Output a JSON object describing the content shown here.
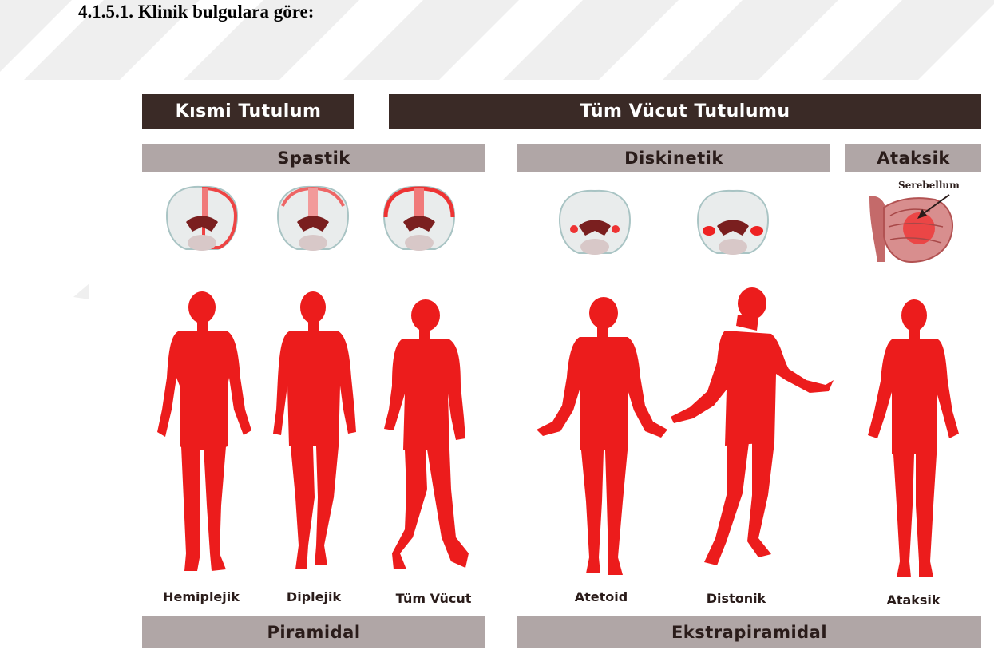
{
  "heading": "4.1.5.1. Klinik bulgulara göre:",
  "top_bars": {
    "partial": "Kısmi Tutulum",
    "whole": "Tüm Vücut Tutulumu"
  },
  "type_bars": {
    "spastic": "Spastik",
    "dyskinetic": "Diskinetik",
    "ataxic": "Ataksik"
  },
  "cerebellum_label": "Serebellum",
  "figures": [
    {
      "label": "Hemiplejik"
    },
    {
      "label": "Diplejik"
    },
    {
      "label": "Tüm Vücut"
    },
    {
      "label": "Atetoid"
    },
    {
      "label": "Distonik"
    },
    {
      "label": "Ataksik"
    }
  ],
  "bottom_bars": {
    "pyramidal": "Piramidal",
    "extrapyramidal": "Ekstrapiramidal"
  },
  "colors": {
    "dark_bar": "#3a2a26",
    "light_bar": "#b0a6a6",
    "body_red": "#ec1c1c",
    "watermark": "#eeeeee"
  }
}
